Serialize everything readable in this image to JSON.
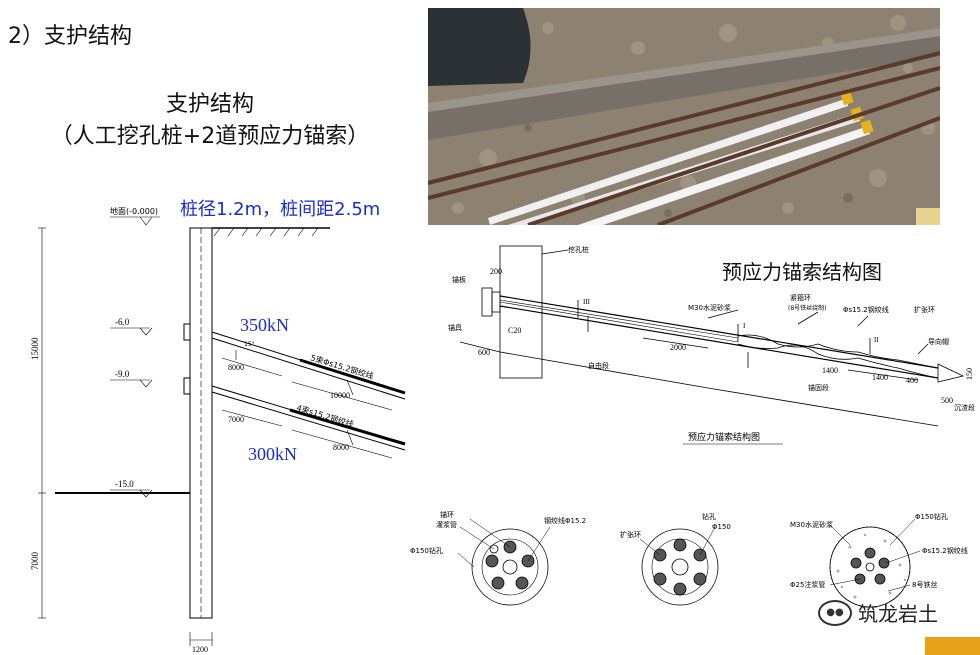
{
  "section_heading": "2）支护结构",
  "panel_title": {
    "line1": "支护结构",
    "line2": "（人工挖孔桩+2道预应力锚索）"
  },
  "pile_note": "桩径1.2m，桩间距2.5m",
  "force_upper": "350kN",
  "force_lower": "300kN",
  "section_drawing": {
    "ground_label": "地面(-0.000)",
    "level_1": "-6.0",
    "level_2": "-9.0",
    "level_3": "-15.0",
    "dim_total": "15000",
    "dim_embed": "7000",
    "dim_pile_width": "1200",
    "anchor_1_spec": "5束Φs15.2钢绞线",
    "anchor_1_free": "8000",
    "anchor_1_bond": "10000",
    "anchor_2_spec": "4束s15.2钢绞线",
    "anchor_2_free": "7000",
    "anchor_2_bond": "8000",
    "angle": "15°"
  },
  "anchor_title": "预应力锚索结构图",
  "anchor_drawing": {
    "caption": "预应力锚索结构图",
    "pile_label": "挖孔桩",
    "anchor_plate": "锚板",
    "anchor_head": "锚具",
    "dim_200": "200",
    "concrete": "C20",
    "grout": "M30水泥砂浆",
    "spacer_ring": "紧箍环",
    "spacer_note": "(8号铁丝绕制)",
    "strand": "Φs15.2钢绞线",
    "expander": "扩张环",
    "guide_cap": "导向帽",
    "dim_600": "600",
    "free_section": "自由段",
    "dim_2000": "2000",
    "dim_1400_a": "1400",
    "dim_1400_b": "1400",
    "dim_400": "400",
    "dim_150": "150",
    "bond_section": "锚固段",
    "dim_500": "500",
    "tail_section": "沉渣段",
    "sec_I": "I",
    "sec_II": "II",
    "sec_III": "III"
  },
  "sections": {
    "s1_ring": "锚环",
    "s1_grout_pipe": "灌浆管",
    "s1_hole": "Φ150钻孔",
    "s1_strand": "钢绞线Φ15.2",
    "s2_expander": "扩张环",
    "s2_label": "钻孔",
    "s2_dia": "Φ150",
    "s3_grout": "M30水泥砂浆",
    "s3_hole": "Φ150钻孔",
    "s3_strand": "Φs15.2钢绞线",
    "s3_pipe": "Φ25注浆管",
    "s3_wire": "8号铁丝"
  },
  "watermark": "筑龙岩土",
  "watermark_icon": "wechat-icon",
  "colors": {
    "blue_text": "#1a2ad6",
    "line": "#000000"
  }
}
